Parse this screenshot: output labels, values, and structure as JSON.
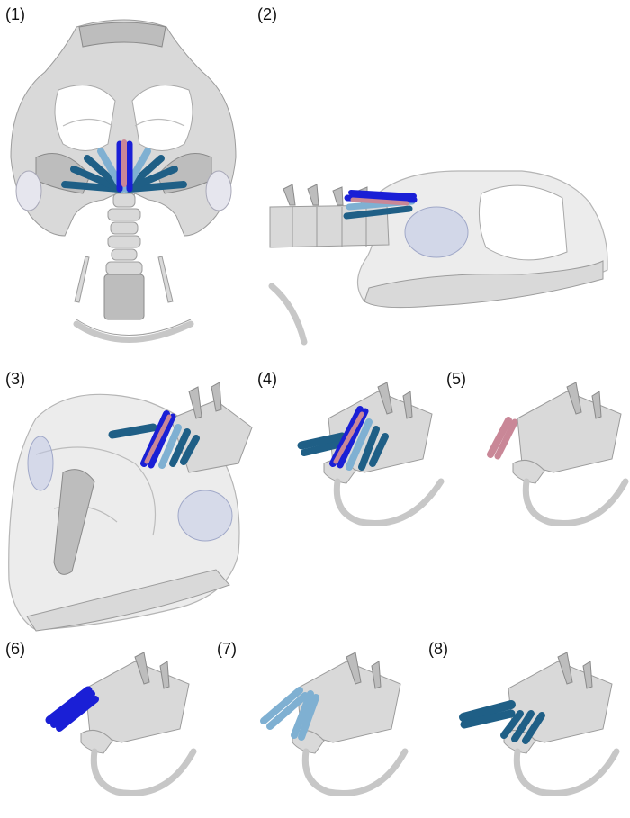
{
  "panels": [
    {
      "id": "1",
      "label": "(1)"
    },
    {
      "id": "2",
      "label": "(2)"
    },
    {
      "id": "3",
      "label": "(3)"
    },
    {
      "id": "4",
      "label": "(4)"
    },
    {
      "id": "5",
      "label": "(5)"
    },
    {
      "id": "6",
      "label": "(6)"
    },
    {
      "id": "7",
      "label": "(7)"
    },
    {
      "id": "8",
      "label": "(8)"
    }
  ],
  "colors": {
    "muscle_dark_teal": "#1f5f86",
    "muscle_light_blue": "#7fb0d2",
    "muscle_royal_blue": "#1a1fd6",
    "muscle_pink": "#c98797",
    "bone": "#d9d9d9",
    "soft_tissue": "#c8cde6"
  },
  "icons": {
    "skull": "skull-illustration",
    "vertebrae": "cervical-vertebrae-illustration",
    "muscle": "muscle-bundle-illustration"
  }
}
